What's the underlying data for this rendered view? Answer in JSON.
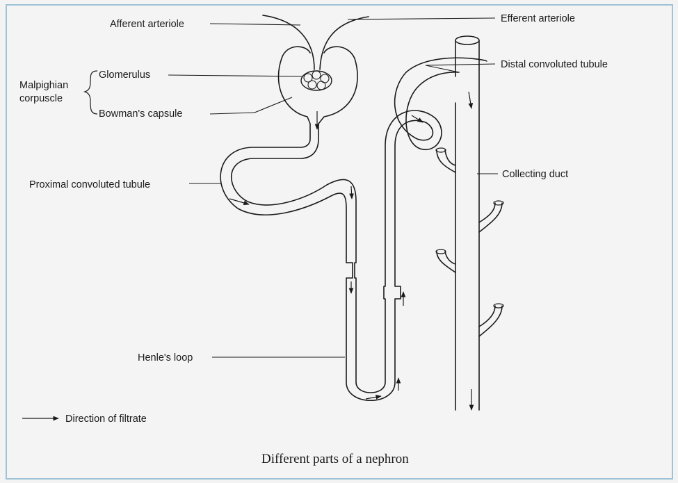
{
  "diagram": {
    "labels": {
      "afferent": "Afferent arteriole",
      "efferent": "Efferent arteriole",
      "malpighian_1": "Malpighian",
      "malpighian_2": "corpuscle",
      "glomerulus": "Glomerulus",
      "bowman": "Bowman's capsule",
      "distal": "Distal convoluted tubule",
      "proximal": "Proximal convoluted tubule",
      "collecting": "Collecting duct",
      "henle": "Henle's loop"
    },
    "legend": "Direction of filtrate",
    "caption": "Different parts of a nephron"
  },
  "colors": {
    "frame": "#9ec3d6",
    "ink": "#1a1a1a",
    "background": "#f4f4f4"
  }
}
